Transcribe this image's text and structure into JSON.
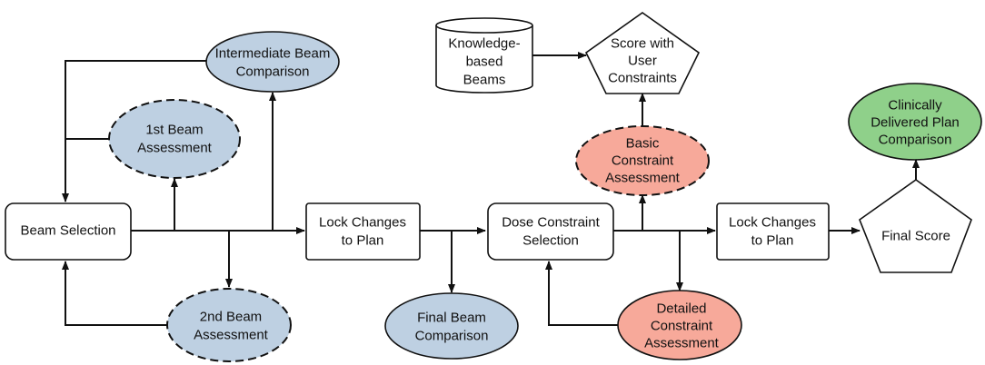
{
  "colors": {
    "blue_fill": "#bed0e2",
    "salmon_fill": "#f7a99a",
    "green_fill": "#8fd08a",
    "white_fill": "#ffffff",
    "stroke": "#111111"
  },
  "nodes": {
    "beam_selection": {
      "shape": "rect",
      "lines": [
        "Beam Selection"
      ]
    },
    "lock_changes_1": {
      "shape": "rect",
      "lines": [
        "Lock Changes",
        "to Plan"
      ]
    },
    "dose_constraint_selection": {
      "shape": "rect",
      "lines": [
        "Dose Constraint",
        "Selection"
      ]
    },
    "lock_changes_2": {
      "shape": "rect",
      "lines": [
        "Lock Changes",
        "to Plan"
      ]
    },
    "final_score": {
      "shape": "pentagon",
      "lines": [
        "Final Score"
      ]
    },
    "knowledge_based_beams": {
      "shape": "cylinder",
      "lines": [
        "Knowledge-",
        "based",
        "Beams"
      ]
    },
    "score_with_user_constraints": {
      "shape": "pentagon",
      "lines": [
        "Score with",
        "User",
        "Constraints"
      ]
    },
    "intermediate_beam_comparison": {
      "shape": "ellipse",
      "style": "solid-blue",
      "lines": [
        "Intermediate Beam",
        "Comparison"
      ]
    },
    "first_beam_assessment": {
      "shape": "ellipse",
      "style": "dashed-blue",
      "lines": [
        "1st Beam",
        "Assessment"
      ]
    },
    "second_beam_assessment": {
      "shape": "ellipse",
      "style": "dashed-blue",
      "lines": [
        "2nd Beam",
        "Assessment"
      ]
    },
    "final_beam_comparison": {
      "shape": "ellipse",
      "style": "solid-blue",
      "lines": [
        "Final Beam",
        "Comparison"
      ]
    },
    "basic_constraint_assessment": {
      "shape": "ellipse",
      "style": "dashed-salmon",
      "lines": [
        "Basic",
        "Constraint",
        "Assessment"
      ]
    },
    "detailed_constraint_assessment": {
      "shape": "ellipse",
      "style": "solid-salmon",
      "lines": [
        "Detailed",
        "Constraint",
        "Assessment"
      ]
    },
    "clinically_delivered_plan_comparison": {
      "shape": "ellipse",
      "style": "solid-green",
      "lines": [
        "Clinically",
        "Delivered Plan",
        "Comparison"
      ]
    }
  },
  "edges": [
    {
      "from": "beam_selection",
      "to": "lock_changes_1"
    },
    {
      "from": "beam_selection",
      "to": "first_beam_assessment"
    },
    {
      "from": "first_beam_assessment",
      "to": "beam_selection"
    },
    {
      "from": "beam_selection",
      "to": "intermediate_beam_comparison"
    },
    {
      "from": "intermediate_beam_comparison",
      "to": "beam_selection"
    },
    {
      "from": "beam_selection",
      "to": "second_beam_assessment"
    },
    {
      "from": "second_beam_assessment",
      "to": "beam_selection"
    },
    {
      "from": "lock_changes_1",
      "to": "dose_constraint_selection"
    },
    {
      "from": "lock_changes_1",
      "to": "final_beam_comparison"
    },
    {
      "from": "dose_constraint_selection",
      "to": "lock_changes_2"
    },
    {
      "from": "dose_constraint_selection",
      "to": "basic_constraint_assessment"
    },
    {
      "from": "dose_constraint_selection",
      "to": "detailed_constraint_assessment"
    },
    {
      "from": "detailed_constraint_assessment",
      "to": "dose_constraint_selection"
    },
    {
      "from": "basic_constraint_assessment",
      "to": "score_with_user_constraints"
    },
    {
      "from": "knowledge_based_beams",
      "to": "score_with_user_constraints"
    },
    {
      "from": "lock_changes_2",
      "to": "final_score"
    },
    {
      "from": "final_score",
      "to": "clinically_delivered_plan_comparison"
    }
  ]
}
